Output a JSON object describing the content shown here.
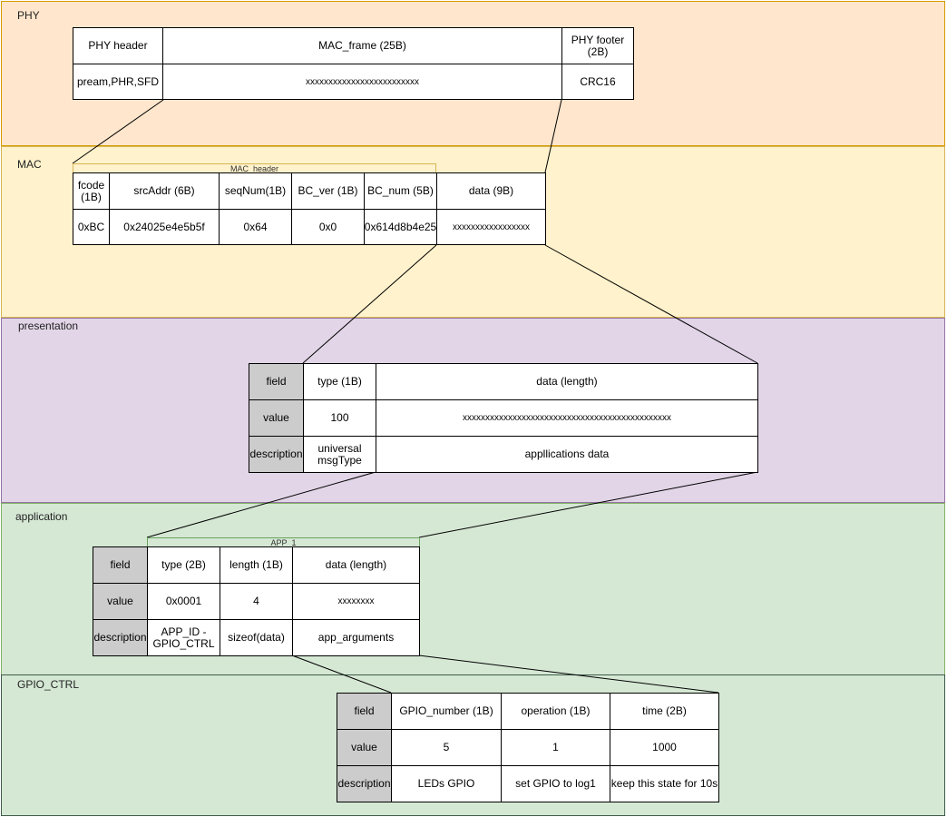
{
  "layers": {
    "phy": "PHY",
    "mac": "MAC",
    "presentation": "presentation",
    "application": "application",
    "gpio_ctrl": "GPIO_CTRL"
  },
  "phy": {
    "header": "PHY header",
    "mac_frame": "MAC_frame (25B)",
    "footer": "PHY footer\n(2B)",
    "header_value": "pream,PHR,SFD",
    "frame_value": "xxxxxxxxxxxxxxxxxxxxxxxxx",
    "footer_value": "CRC16"
  },
  "mac": {
    "group_label": "MAC_header",
    "headers": [
      "fcode\n(1B)",
      "srcAddr (6B)",
      "seqNum(1B)",
      "BC_ver (1B)",
      "BC_num (5B)",
      "data (9B)"
    ],
    "values": [
      "0xBC",
      "0x24025e4e5b5f",
      "0x64",
      "0x0",
      "0x614d8b4e25",
      "xxxxxxxxxxxxxxxxx"
    ]
  },
  "presentation": {
    "rows": [
      [
        "field",
        "type (1B)",
        "data (length)"
      ],
      [
        "value",
        "100",
        "xxxxxxxxxxxxxxxxxxxxxxxxxxxxxxxxxxxxxxxxxxxxxx"
      ],
      [
        "description",
        "universal\nmsgType",
        "appllications data"
      ]
    ]
  },
  "application": {
    "group_label": "APP_1",
    "rows": [
      [
        "field",
        "type (2B)",
        "length (1B)",
        "data (length)"
      ],
      [
        "value",
        "0x0001",
        "4",
        "xxxxxxxx"
      ],
      [
        "description",
        "APP_ID -\nGPIO_CTRL",
        "sizeof(data)",
        "app_arguments"
      ]
    ]
  },
  "gpio": {
    "rows": [
      [
        "field",
        "GPIO_number (1B)",
        "operation (1B)",
        "time (2B)"
      ],
      [
        "value",
        "5",
        "1",
        "1000"
      ],
      [
        "description",
        "LEDs GPIO",
        "set GPIO to log1",
        "keep this state for 10s"
      ]
    ]
  },
  "colors": {
    "phy_bg": "#ffe6cc",
    "phy_border": "#d79b00",
    "mac_bg": "#fff2cc",
    "mac_border": "#d6b656",
    "presentation_bg": "#e1d5e7",
    "presentation_border": "#9673a6",
    "application_bg": "#d5e8d4",
    "application_border": "#82b366",
    "gpio_bg": "#d5e8d4",
    "gpio_border": "#3e5a4a",
    "header_gray": "#cccccc"
  }
}
